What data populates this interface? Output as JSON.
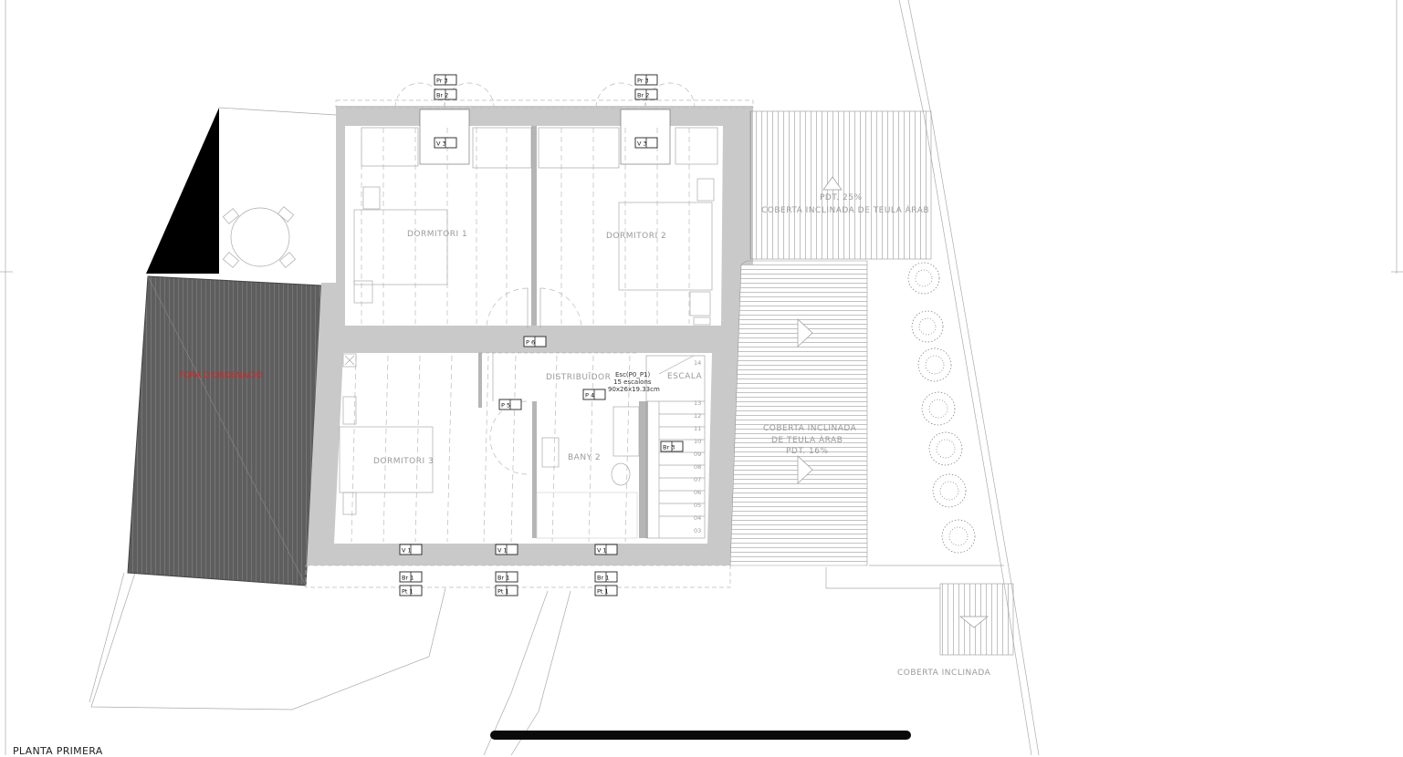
{
  "drawing_title": "PLANTA PRIMERA",
  "rooms": {
    "dormitori_1": "DORMITORI 1",
    "dormitori_2": "DORMITORI 2",
    "dormitori_3": "DORMITORI 3",
    "distribuidor": "DISTRIBUÏDOR",
    "bany_2": "BANY 2",
    "escala": "ESCALA"
  },
  "stair_note": {
    "line1": "Esc(P0_P1)",
    "line2": "15 escalons",
    "line3": "90x26x19.33cm"
  },
  "roofs": {
    "top_slope": "PDT. 25%",
    "top_type": "COBERTA INCLINADA DE TEULA ÀRAB",
    "mid_type_line1": "COBERTA INCLINADA",
    "mid_type_line2": "DE TEULA ÀRAB",
    "mid_slope": "PDT. 16%",
    "bottom_type": "COBERTA INCLINADA"
  },
  "out_of_scope": "FORA D'ORDENACIÓ",
  "stair_numbers": [
    "14",
    "13",
    "12",
    "11",
    "10",
    "09",
    "08",
    "07",
    "06",
    "05",
    "04",
    "03"
  ],
  "tags": {
    "pr3": "Pr 3",
    "br2": "Br 2",
    "v3": "V 3",
    "p6": "P 6",
    "p5": "P 5",
    "p4": "P 4",
    "br3": "Br 3",
    "v1": "V 1",
    "br1": "Br 1",
    "pt1": "Pt 1"
  },
  "colors": {
    "wall": "#c9c9c9",
    "dark_roof": "#5a5a5a",
    "warning_text": "#e0201c"
  }
}
